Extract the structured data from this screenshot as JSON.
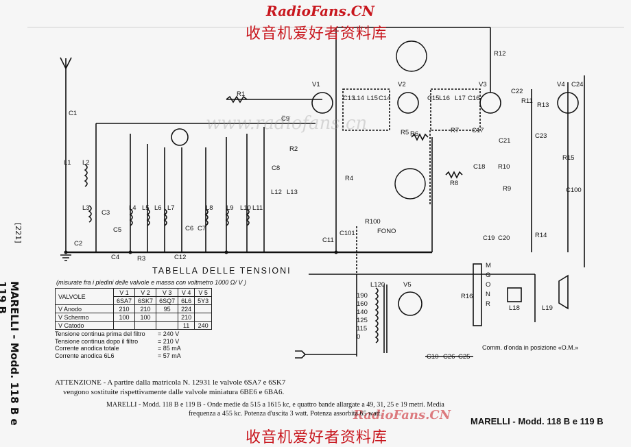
{
  "watermarks": {
    "site": "RadioFans.CN",
    "cn_top": "收音机爱好者资料库",
    "cn_bottom": "收音机爱好者资料库",
    "site_mid": "RadioFans.CN",
    "faint": "www.radiofans.cn"
  },
  "side": {
    "brand": "MARELLI - Modd. 118 B e 119 B",
    "page": "[221]"
  },
  "labels": {
    "valves": [
      "V1",
      "V2",
      "V3",
      "V4",
      "V5"
    ],
    "resistors": [
      "R1",
      "R2",
      "R3",
      "R4",
      "R5",
      "R6",
      "R7",
      "R8",
      "R9",
      "R10",
      "R11",
      "R12",
      "R13",
      "R14",
      "R15",
      "R16",
      "R100"
    ],
    "capacitors": [
      "C1",
      "C2",
      "C3",
      "C4",
      "C5",
      "C6",
      "C7",
      "C8",
      "C9",
      "C10",
      "C11",
      "C12",
      "C13",
      "C14",
      "C15",
      "C16",
      "C17",
      "C18",
      "C19",
      "C20",
      "C21",
      "C22",
      "C23",
      "C24",
      "C25",
      "C26",
      "C100",
      "C101"
    ],
    "coils": [
      "L1",
      "L2",
      "L3",
      "L4",
      "L5",
      "L6",
      "L7",
      "L8",
      "L9",
      "L10",
      "L11",
      "L12",
      "L13",
      "L14",
      "L15",
      "L16",
      "L17",
      "L18",
      "L19",
      "L120"
    ],
    "fono": "FONO",
    "voltages_tap": [
      "190",
      "160",
      "140",
      "125",
      "115",
      "0"
    ],
    "switch_pos": [
      "M",
      "G",
      "O",
      "N",
      "R"
    ]
  },
  "table": {
    "title": "TABELLA   DELLE  TENSIONI",
    "subtitle": "(misurate fra i piedini delle valvole e massa con voltmetro 1000 Ω/ V )",
    "header": [
      "VALVOLE",
      "V 1",
      "V 2",
      "V 3",
      "V 4",
      "V 5"
    ],
    "tubes": [
      "",
      "6SA7",
      "6SK7",
      "6SQ7",
      "6L6",
      "5Y3"
    ],
    "rows": [
      [
        "V Anodo",
        "210",
        "210",
        "95",
        "224",
        ""
      ],
      [
        "V Schermo",
        "100",
        "100",
        "",
        "210",
        ""
      ],
      [
        "V Catodo",
        "",
        "",
        "",
        "11",
        "240"
      ]
    ]
  },
  "notes": [
    {
      "k": "Tensione continua prima del filtro",
      "v": "= 240  V"
    },
    {
      "k": "Tensione continua dopo  il  filtro",
      "v": "= 210  V"
    },
    {
      "k": "Corrente  anodica  totale",
      "v": "= 85 mA"
    },
    {
      "k": "Corrente  anodica   6L6",
      "v": "= 57 mA"
    }
  ],
  "comm": "Comm. d'onda in posizione  «O.M.»",
  "attenzione": {
    "line1": "ATTENZIONE - A partire dalla matricola N. 12931 le valvole 6SA7 e 6SK7",
    "line2": "vengono sostituite rispettivamente dalle valvole miniatura 6BE6 e 6BA6."
  },
  "marelli_text": {
    "line1": "MARELLI - Modd. 118 B e 119 B - Onde medie da 515 a 1615 kc, e quattro bande allargate a 49, 31, 25 e 19 metri. Media",
    "line2": "frequenza a 455 kc. Potenza d'uscita 3 watt. Potenza assorbita 65 watt."
  },
  "footer": "MARELLI - Modd. 118 B e 119 B"
}
